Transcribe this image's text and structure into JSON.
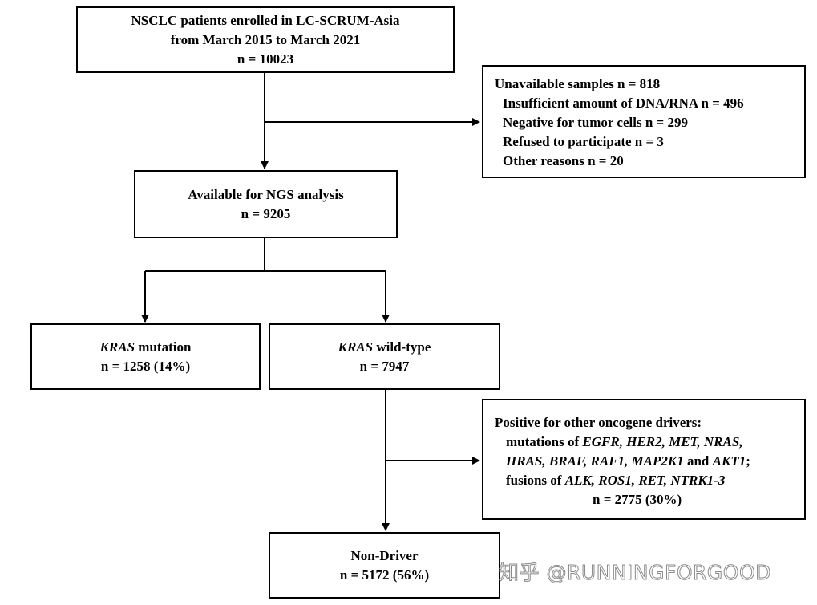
{
  "enrolled": {
    "line1": "NSCLC patients enrolled in LC-SCRUM-Asia",
    "line2": "from March 2015 to March 2021",
    "line3": "n = 10023"
  },
  "unavailable": {
    "title": "Unavailable samples  n = 818",
    "items": [
      "Insufficient amount of DNA/RNA n = 496",
      "Negative for tumor cells  n = 299",
      "Refused to participate n = 3",
      "Other reasons n = 20"
    ]
  },
  "available": {
    "line1": "Available for NGS analysis",
    "line2": "n = 9205"
  },
  "kras_mutation": {
    "gene": "KRAS",
    "label": " mutation",
    "count": "n = 1258 (14%)"
  },
  "kras_wildtype": {
    "gene": "KRAS",
    "label": " wild-type",
    "count": "n = 7947"
  },
  "other_drivers": {
    "title": "Positive for other oncogene drivers:",
    "mutations_prefix": "mutations of ",
    "genes_line1": "EGFR, HER2, MET, NRAS,",
    "genes_line2": "HRAS, BRAF, RAF1, MAP2K1",
    "and_word": " and ",
    "last_gene": "AKT1",
    "semicolon": ";",
    "fusions_prefix": "fusions of ",
    "fusion_genes": "ALK, ROS1, RET, NTRK1-3",
    "count": "n = 2775 (30%)"
  },
  "non_driver": {
    "line1": "Non-Driver",
    "line2": "n = 5172 (56%)"
  },
  "watermark": "知乎 @RUNNINGFORGOOD"
}
